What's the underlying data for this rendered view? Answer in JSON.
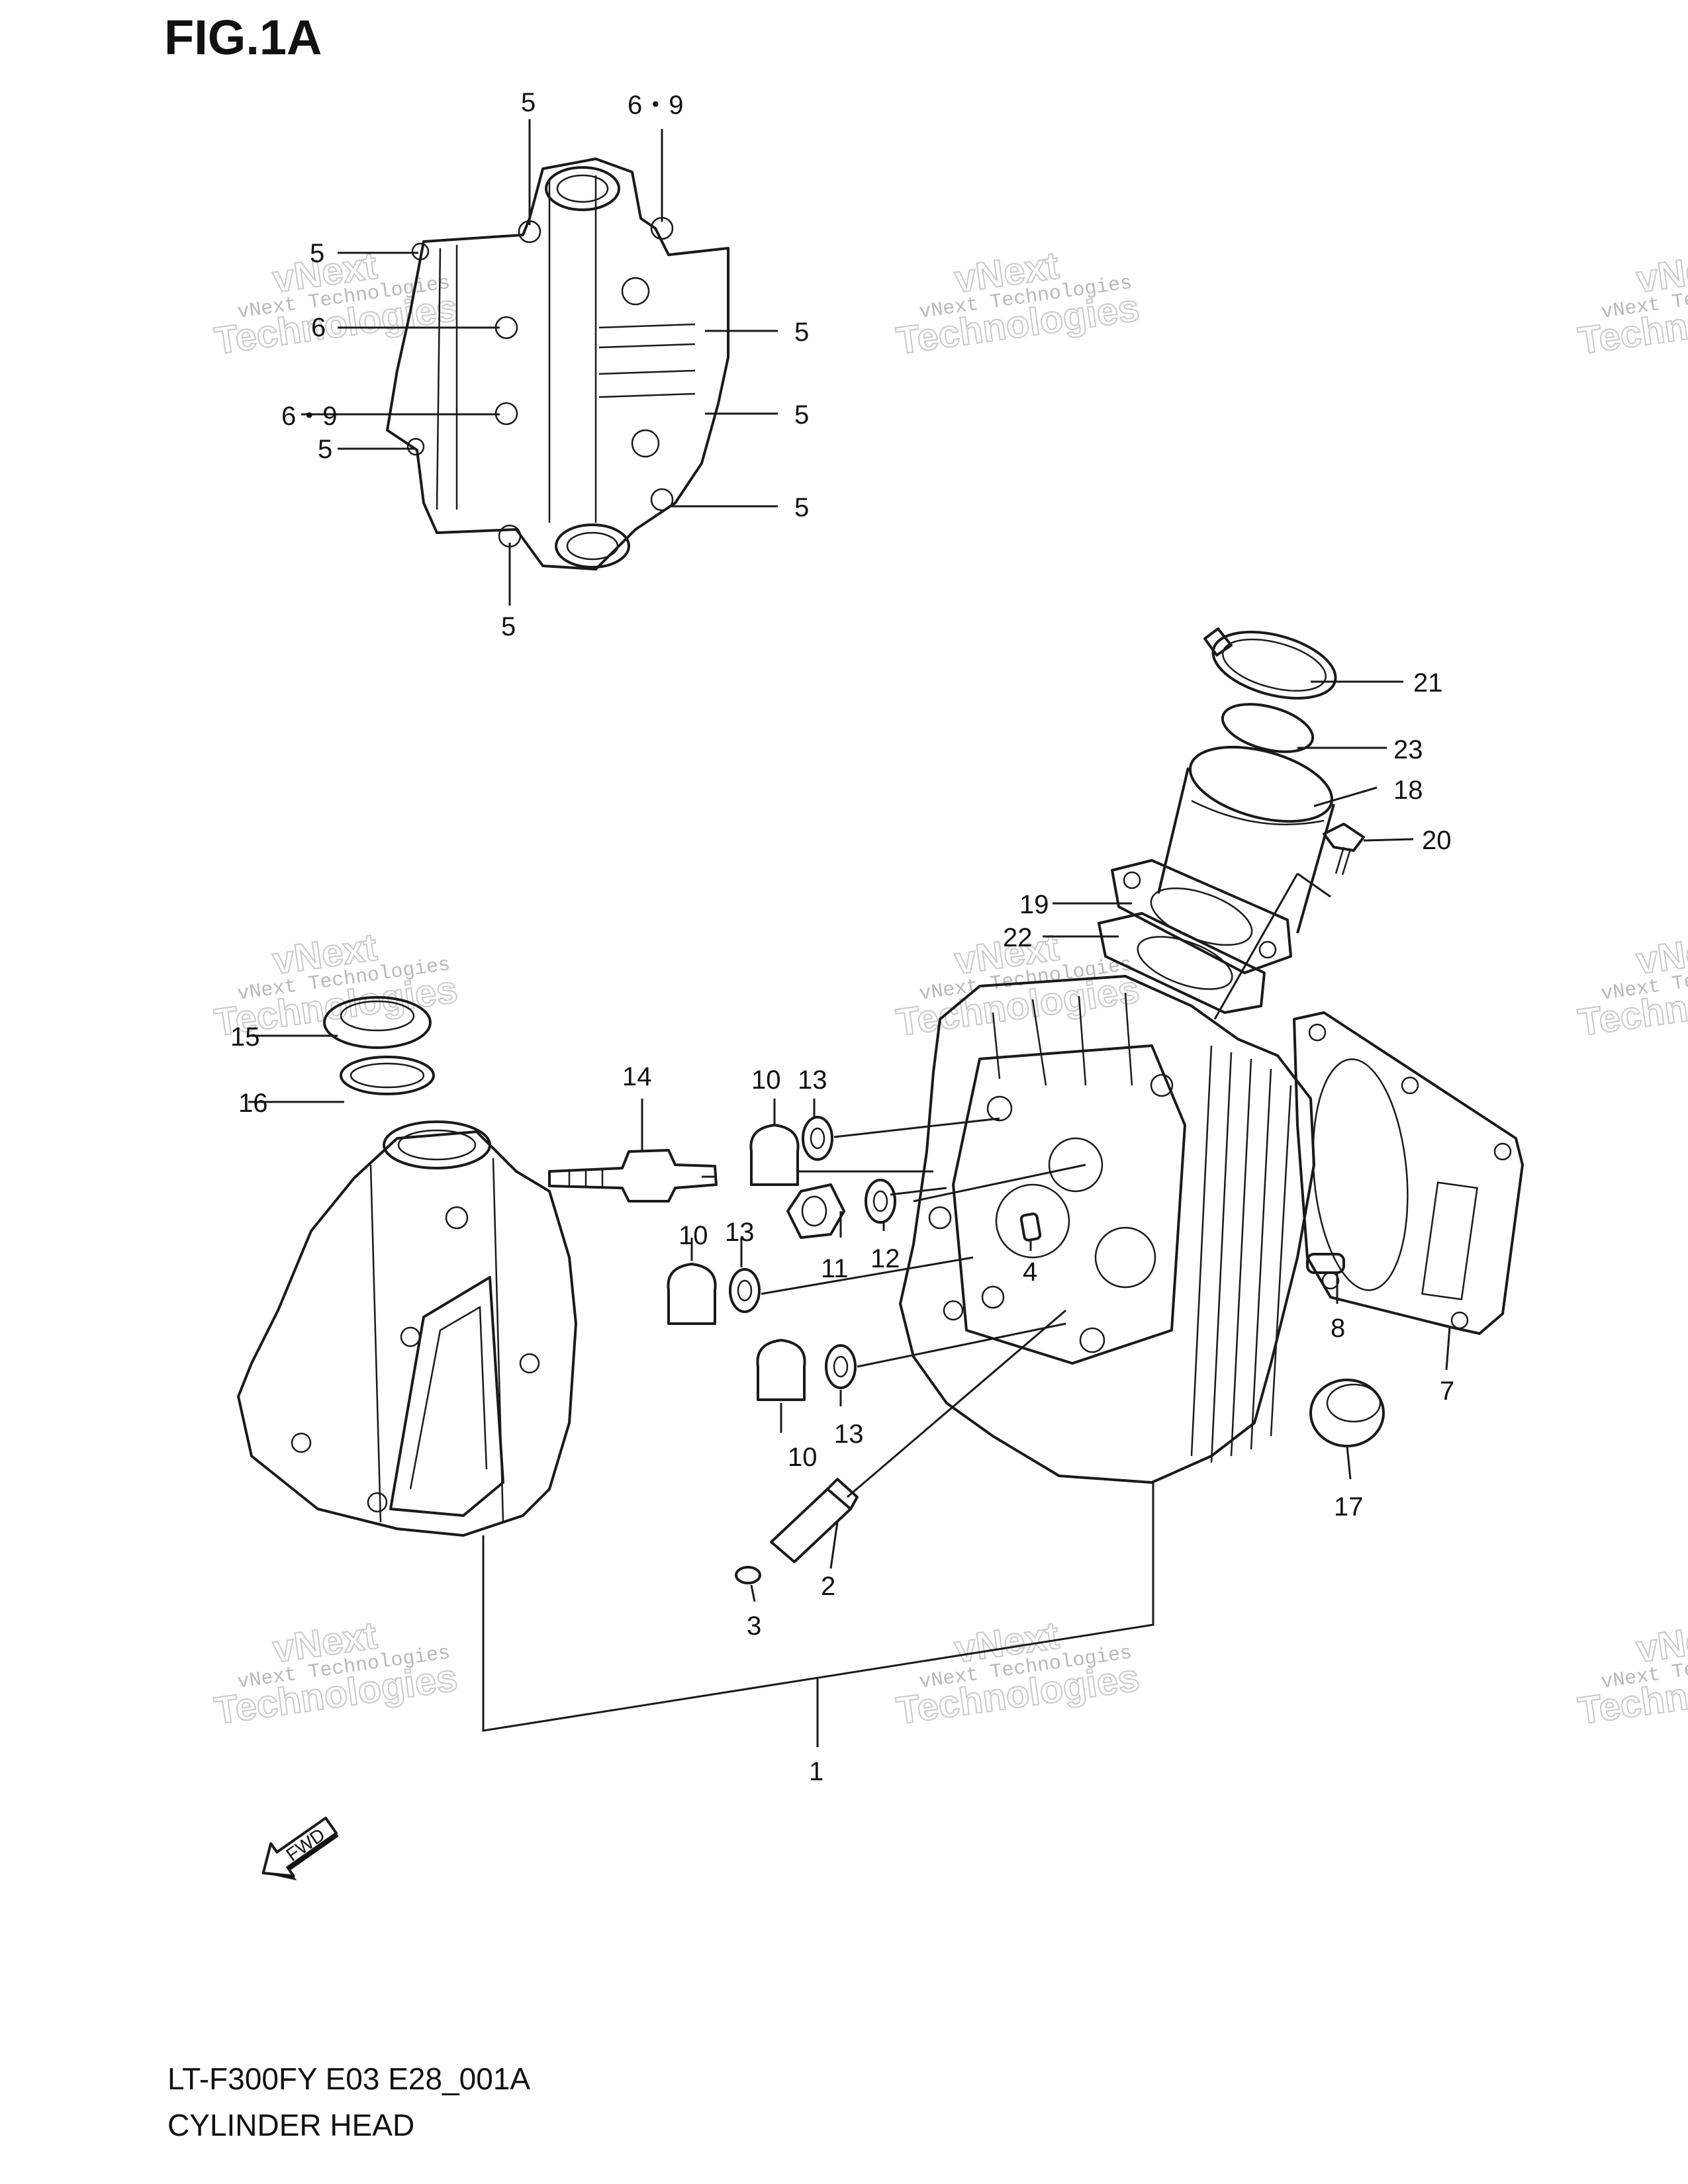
{
  "figure_title": "FIG.1A",
  "footer": {
    "model_code": "LT-F300FY E03 E28_001A",
    "section_name": "CYLINDER HEAD"
  },
  "watermark": {
    "line1": "vNext Technologies",
    "line2": "vNext",
    "line3": "Technologies"
  },
  "fwd_label": "FWD",
  "callouts": {
    "c5a": "5",
    "c69a": "6・9",
    "c5b": "5",
    "c6": "6",
    "c5c": "5",
    "c69b": "6・9",
    "c5d": "5",
    "c5e": "5",
    "c5f": "5",
    "c5g": "5",
    "c21": "21",
    "c23": "23",
    "c18": "18",
    "c20": "20",
    "c19": "19",
    "c22": "22",
    "c15": "15",
    "c16": "16",
    "c14": "14",
    "c10a": "10",
    "c13a": "13",
    "c11": "11",
    "c12": "12",
    "c4": "4",
    "c10b": "10",
    "c13b": "13",
    "c10c": "10",
    "c13c": "13",
    "c8": "8",
    "c7": "7",
    "c17": "17",
    "c2": "2",
    "c3": "3",
    "c1": "1"
  }
}
